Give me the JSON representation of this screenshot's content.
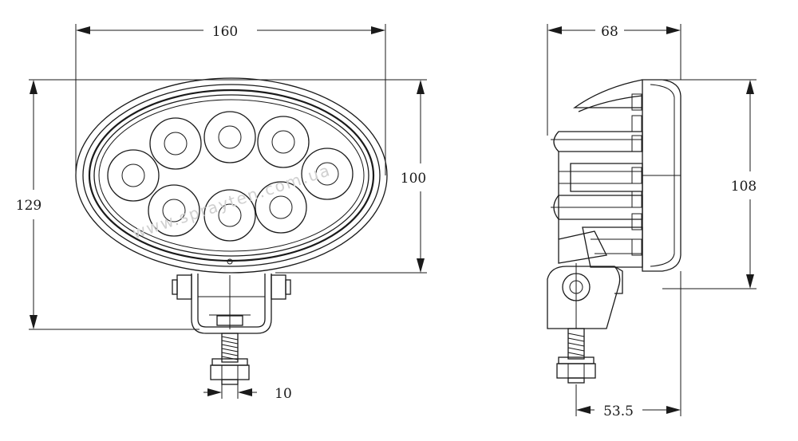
{
  "dimensions": {
    "front_width": "160",
    "front_total_height": "129",
    "front_lens_height": "100",
    "bolt_diameter": "10",
    "side_depth": "68",
    "side_height": "108",
    "side_bolt_offset": "53.5"
  },
  "watermark": "www.sprayten.com.ua",
  "led_count": 8
}
